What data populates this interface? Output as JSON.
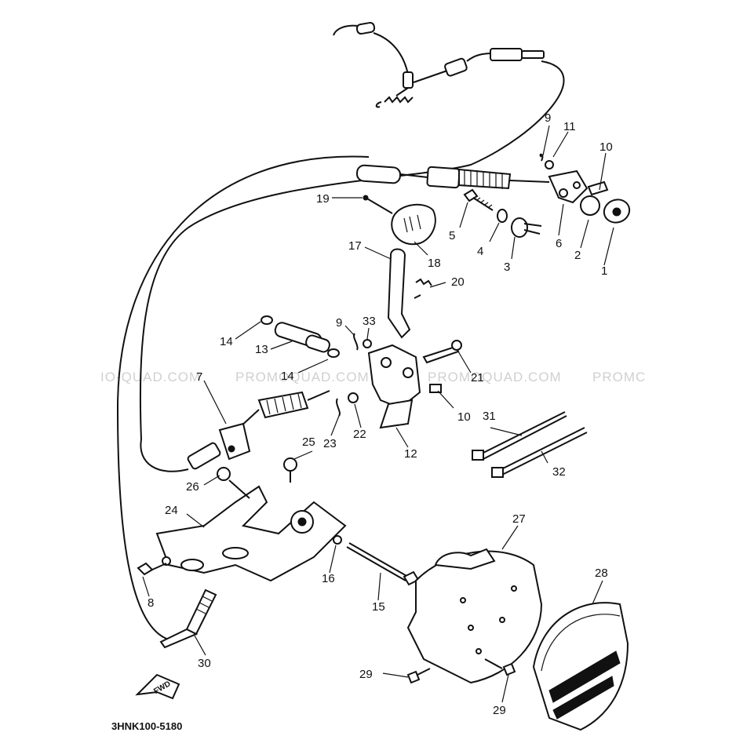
{
  "diagram": {
    "code": "3HNK100-5180",
    "fwd_arrow_label": "FWD",
    "watermarks": [
      "IO-QUAD.COM",
      "PROMOQUAD.COM",
      "PROMOQUAD.COM",
      "PROMC"
    ],
    "part_numbers": [
      "1",
      "2",
      "3",
      "4",
      "5",
      "6",
      "7",
      "8",
      "9",
      "9",
      "10",
      "10",
      "11",
      "12",
      "13",
      "14",
      "14",
      "15",
      "16",
      "17",
      "18",
      "19",
      "20",
      "21",
      "22",
      "23",
      "24",
      "25",
      "26",
      "27",
      "28",
      "29",
      "29",
      "30",
      "31",
      "32",
      "33"
    ]
  }
}
